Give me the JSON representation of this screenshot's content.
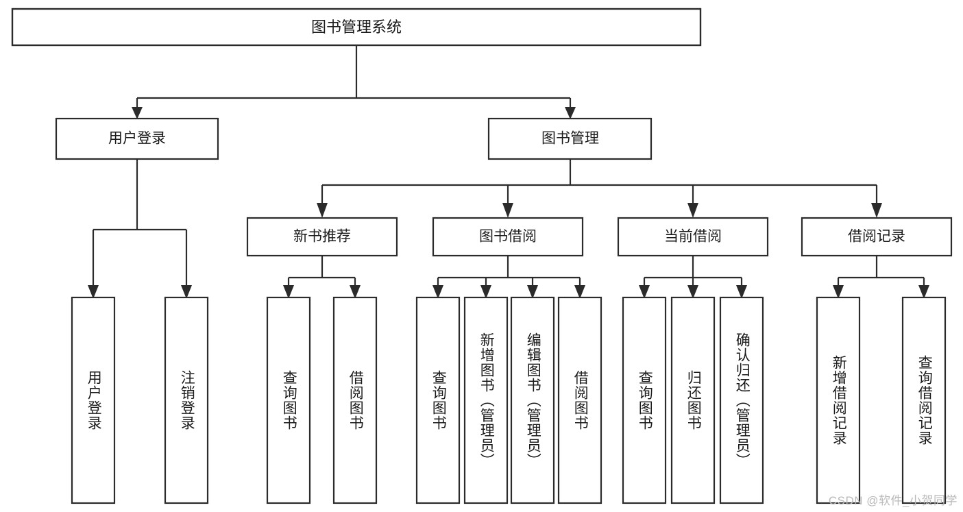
{
  "diagram": {
    "type": "tree-hierarchy-chart",
    "title": "图书管理系统",
    "watermark": "CSDN @软件_小贺同学",
    "root": {
      "id": "root",
      "label": "图书管理系统"
    },
    "level1": [
      {
        "id": "user-login",
        "label": "用户登录"
      },
      {
        "id": "book-management",
        "label": "图书管理"
      }
    ],
    "level2": [
      {
        "id": "new-book-recommend",
        "label": "新书推荐",
        "parent": "book-management"
      },
      {
        "id": "book-borrow",
        "label": "图书借阅",
        "parent": "book-management"
      },
      {
        "id": "current-borrow",
        "label": "当前借阅",
        "parent": "book-management"
      },
      {
        "id": "borrow-record",
        "label": "借阅记录",
        "parent": "book-management"
      }
    ],
    "leaves": [
      {
        "id": "leaf-user-login",
        "label": "用户登录",
        "parent": "user-login"
      },
      {
        "id": "leaf-user-logout",
        "label": "注销登录",
        "parent": "user-login"
      },
      {
        "id": "leaf-query-book-1",
        "label": "查询图书",
        "parent": "new-book-recommend"
      },
      {
        "id": "leaf-borrow-book-1",
        "label": "借阅图书",
        "parent": "new-book-recommend"
      },
      {
        "id": "leaf-query-book-2",
        "label": "查询图书",
        "parent": "book-borrow"
      },
      {
        "id": "leaf-add-book",
        "label": "新增图书（管理员）",
        "parent": "book-borrow"
      },
      {
        "id": "leaf-edit-book",
        "label": "编辑图书（管理员）",
        "parent": "book-borrow"
      },
      {
        "id": "leaf-borrow-book-2",
        "label": "借阅图书",
        "parent": "book-borrow"
      },
      {
        "id": "leaf-query-book-3",
        "label": "查询图书",
        "parent": "current-borrow"
      },
      {
        "id": "leaf-return-book",
        "label": "归还图书",
        "parent": "current-borrow"
      },
      {
        "id": "leaf-confirm-return",
        "label": "确认归还（管理员）",
        "parent": "current-borrow"
      },
      {
        "id": "leaf-add-record",
        "label": "新增借阅记录",
        "parent": "borrow-record"
      },
      {
        "id": "leaf-query-record",
        "label": "查询借阅记录",
        "parent": "borrow-record"
      }
    ],
    "colors": {
      "stroke": "#2b2b2b",
      "fill": "#ffffff",
      "text": "#1a1a1a",
      "watermark": "#b9b9b9"
    }
  }
}
